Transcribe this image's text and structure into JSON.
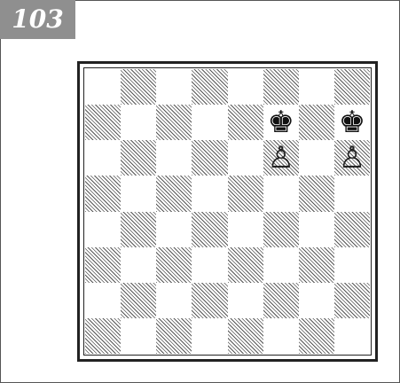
{
  "problem": {
    "number": "103"
  },
  "board": {
    "light": "#ffffff",
    "dark_hatch": "#555555",
    "pieces": [
      {
        "square": "f7",
        "piece": "king",
        "color": "black",
        "glyph": "♚",
        "icon": "black-king-icon"
      },
      {
        "square": "h7",
        "piece": "king",
        "color": "black",
        "glyph": "♚",
        "icon": "black-king-icon"
      },
      {
        "square": "f6",
        "piece": "pawn",
        "color": "white",
        "glyph": "♙",
        "icon": "white-pawn-icon"
      },
      {
        "square": "h6",
        "piece": "pawn",
        "color": "white",
        "glyph": "♙",
        "icon": "white-pawn-icon"
      }
    ]
  }
}
